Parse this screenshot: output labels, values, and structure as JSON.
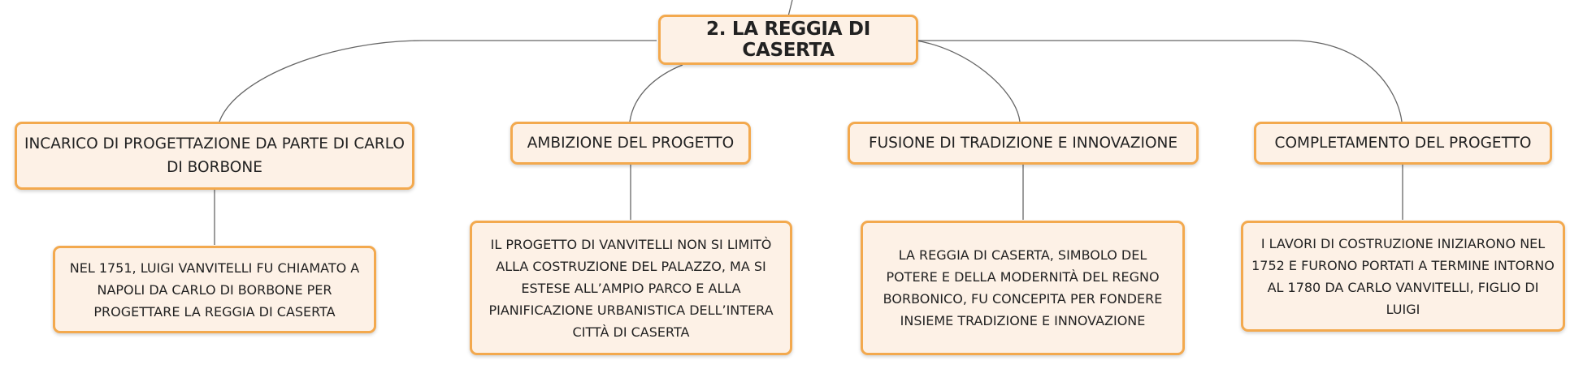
{
  "root": {
    "label": "2. LA REGGIA DI CASERTA"
  },
  "branches": [
    {
      "title": "INCARICO DI PROGETTAZIONE DA PARTE DI CARLO DI BORBONE",
      "detail": "NEL 1751, LUIGI VANVITELLI FU CHIAMATO A NAPOLI DA CARLO DI BORBONE PER PROGETTARE LA REGGIA DI CASERTA"
    },
    {
      "title": "AMBIZIONE DEL PROGETTO",
      "detail": "IL PROGETTO DI VANVITELLI NON SI LIMITÒ ALLA COSTRUZIONE DEL PALAZZO, MA SI ESTESE ALL’AMPIO PARCO E ALLA PIANIFICAZIONE URBANISTICA DELL’INTERA CITTÀ DI CASERTA"
    },
    {
      "title": "FUSIONE DI TRADIZIONE E INNOVAZIONE",
      "detail": "LA REGGIA DI CASERTA, SIMBOLO DEL POTERE E DELLA MODERNITÀ DEL REGNO BORBONICO, FU CONCEPITA PER FONDERE INSIEME TRADIZIONE E INNOVAZIONE"
    },
    {
      "title": "COMPLETAMENTO DEL PROGETTO",
      "detail": "I LAVORI DI COSTRUZIONE INIZIARONO NEL 1752 E FURONO PORTATI A TERMINE INTORNO AL 1780 DA CARLO VANVITELLI, FIGLIO DI LUIGI"
    }
  ],
  "colors": {
    "node_border": "#f3a94e",
    "node_fill": "#fdf1e6",
    "connector": "#666666"
  }
}
